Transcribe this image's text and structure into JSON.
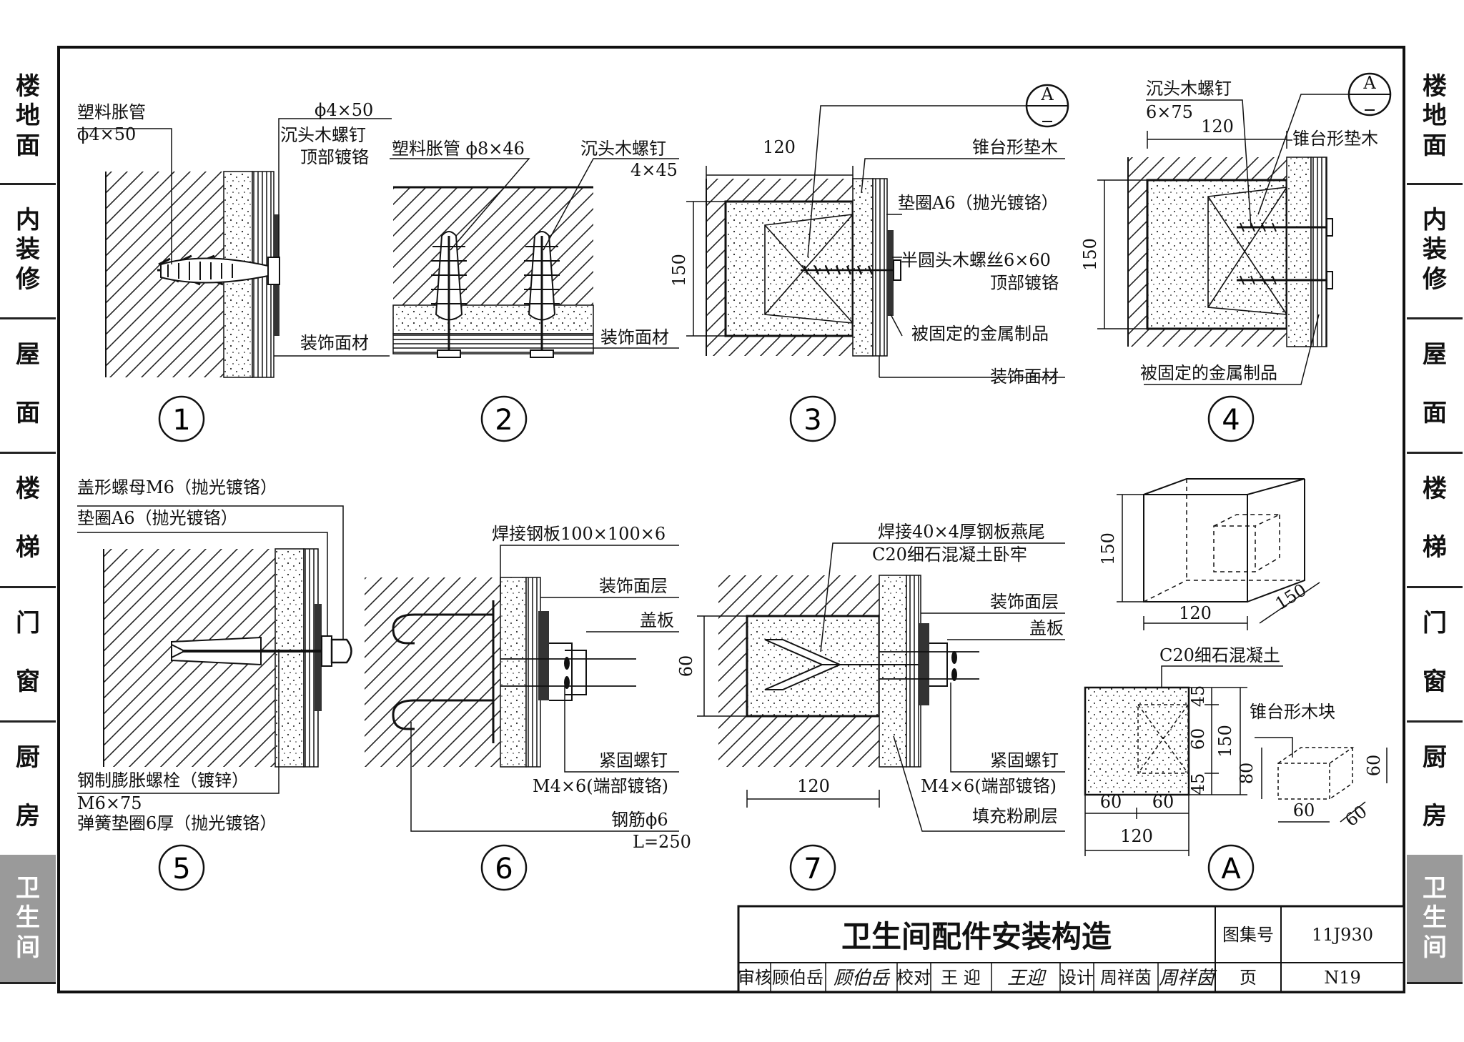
{
  "side_tabs_left": [
    {
      "label": "楼地面",
      "active": false
    },
    {
      "label": "内装修",
      "active": false
    },
    {
      "label": "屋面",
      "active": false
    },
    {
      "label": "楼梯",
      "active": false
    },
    {
      "label": "门窗",
      "active": false
    },
    {
      "label": "厨房",
      "active": false
    },
    {
      "label": "卫生间",
      "active": true
    }
  ],
  "side_tabs_right": [
    {
      "label": "楼地面",
      "active": false
    },
    {
      "label": "内装修",
      "active": false
    },
    {
      "label": "屋面",
      "active": false
    },
    {
      "label": "楼梯",
      "active": false
    },
    {
      "label": "门窗",
      "active": false
    },
    {
      "label": "厨房",
      "active": false
    },
    {
      "label": "卫生间",
      "active": true
    }
  ],
  "details": {
    "d1": {
      "number": "1",
      "pipe": "塑料胀管",
      "pipe_size": "ϕ4×50",
      "screw_size": "ϕ4×50",
      "screw": "沉头木螺钉",
      "screw_finish": "顶部镀铬",
      "face": "装饰面材"
    },
    "d2": {
      "number": "2",
      "pipe": "塑料胀管 ϕ8×46",
      "screw": "沉头木螺钉",
      "screw_size": "4×45",
      "face": "装饰面材"
    },
    "d3": {
      "number": "3",
      "dim_w": "120",
      "dim_h": "150",
      "section_mark": "A",
      "wood": "锥台形垫木",
      "washer": "垫圈A6（抛光镀铬）",
      "screw": "半圆头木螺丝6×60",
      "screw_finish": "顶部镀铬",
      "metal": "被固定的金属制品",
      "face": "装饰面材"
    },
    "d4": {
      "number": "4",
      "screw": "沉头木螺钉",
      "screw_size": "6×75",
      "dim_w": "120",
      "dim_h": "150",
      "section_mark": "A",
      "wood": "锥台形垫木",
      "metal": "被固定的金属制品"
    },
    "d5": {
      "number": "5",
      "nut": "盖形螺母M6（抛光镀铬）",
      "washer": "垫圈A6（抛光镀铬）",
      "bolt": "钢制膨胀螺栓（镀锌）",
      "bolt_size": "M6×75",
      "spring": "弹簧垫圈6厚（抛光镀铬）"
    },
    "d6": {
      "number": "6",
      "plate": "焊接钢板100×100×6",
      "face": "装饰面层",
      "cover": "盖板",
      "set_screw": "紧固螺钉",
      "set_screw_size": "M4×6(端部镀铬)",
      "rebar": "钢筋ϕ6",
      "rebar_len": "L=250"
    },
    "d7": {
      "number": "7",
      "plate": "焊接40×4厚钢板燕尾",
      "concrete": "C20细石混凝土卧牢",
      "face": "装饰面层",
      "cover": "盖板",
      "dim_h": "60",
      "dim_w": "120",
      "set_screw": "紧固螺钉",
      "set_screw_size": "M4×6(端部镀铬)",
      "filler": "填充粉刷层"
    },
    "dA": {
      "number": "A",
      "box_h": "150",
      "box_w": "120",
      "box_d": "150",
      "concrete": "C20细石混凝土",
      "d45a": "45",
      "d60": "60",
      "d45b": "45",
      "d150": "150",
      "b60a": "60",
      "b60b": "60",
      "b120": "120",
      "block": "锥台形木块",
      "blk_h": "80",
      "blk_t": "60",
      "blk_w": "60",
      "blk_d": "60"
    }
  },
  "title_block": {
    "title": "卫生间配件安装构造",
    "atlas_label": "图集号",
    "atlas_no": "11J930",
    "review_label": "审核",
    "reviewer": "顾伯岳",
    "reviewer_sig": "顾伯岳",
    "check_label": "校对",
    "checker": "王 迎",
    "checker_sig": "王迎",
    "design_label": "设计",
    "designer": "周祥茵",
    "designer_sig": "周祥茵",
    "page_label": "页",
    "page_no": "N19"
  }
}
